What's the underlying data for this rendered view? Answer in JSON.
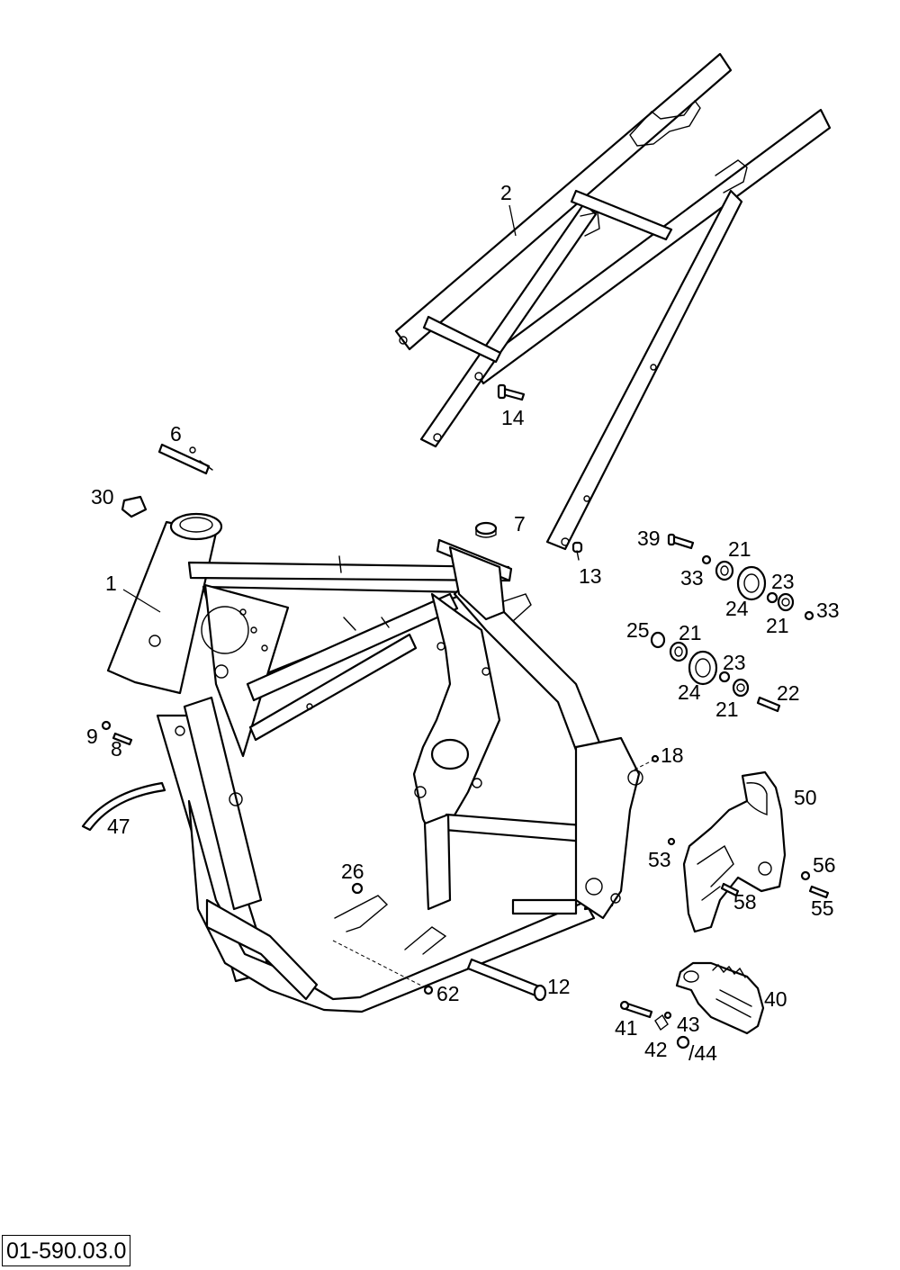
{
  "drawing_number": "01-590.03.0",
  "callouts": {
    "c1": "1",
    "c2": "2",
    "c6": "6",
    "c7": "7",
    "c8": "8",
    "c9": "9",
    "c12": "12",
    "c13": "13",
    "c14": "14",
    "c18": "18",
    "c21a": "21",
    "c21b": "21",
    "c21c": "21",
    "c21d": "21",
    "c22": "22",
    "c23a": "23",
    "c23b": "23",
    "c24a": "24",
    "c24b": "24",
    "c25": "25",
    "c26": "26",
    "c30": "30",
    "c33a": "33",
    "c33b": "33",
    "c39": "39",
    "c40": "40",
    "c41": "41",
    "c42": "42",
    "c43": "43",
    "c44": "/44",
    "c47": "47",
    "c50": "50",
    "c53": "53",
    "c55": "55",
    "c56": "56",
    "c58": "58",
    "c62": "62"
  }
}
